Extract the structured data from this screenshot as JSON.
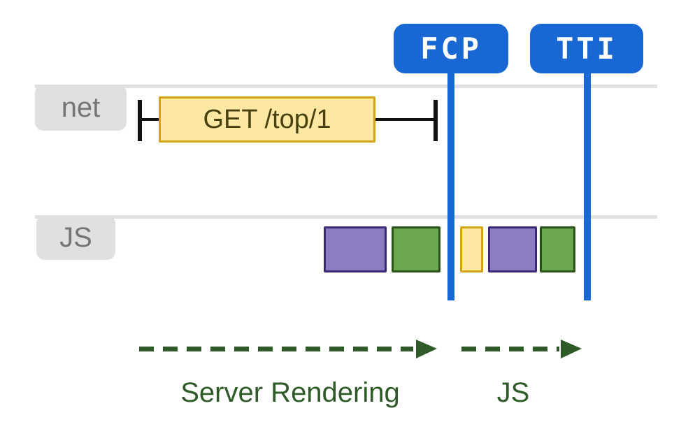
{
  "colors": {
    "badge_blue": "#1967d2",
    "lane_gray": "#e0e0e0",
    "label_text": "#757575",
    "yellow_fill": "#fce8a3",
    "yellow_border": "#d6a412",
    "purple_fill": "#8e7cc3",
    "purple_border": "#3b2a75",
    "green_fill": "#6aa84f",
    "green_border": "#2b511a",
    "arrow_green": "#2e5b28",
    "request_text": "#494010",
    "tick_black": "#111111"
  },
  "markers": {
    "fcp": {
      "label": "FCP"
    },
    "tti": {
      "label": "TTI"
    }
  },
  "lanes": {
    "net": {
      "label": "net",
      "request": {
        "label": "GET /top/1"
      }
    },
    "js": {
      "label": "JS",
      "blocks": [
        {
          "type": "purple"
        },
        {
          "type": "green"
        },
        {
          "type": "yellow"
        },
        {
          "type": "purple"
        },
        {
          "type": "green"
        }
      ]
    }
  },
  "phases": {
    "server_rendering": {
      "label": "Server Rendering"
    },
    "js": {
      "label": "JS"
    }
  }
}
